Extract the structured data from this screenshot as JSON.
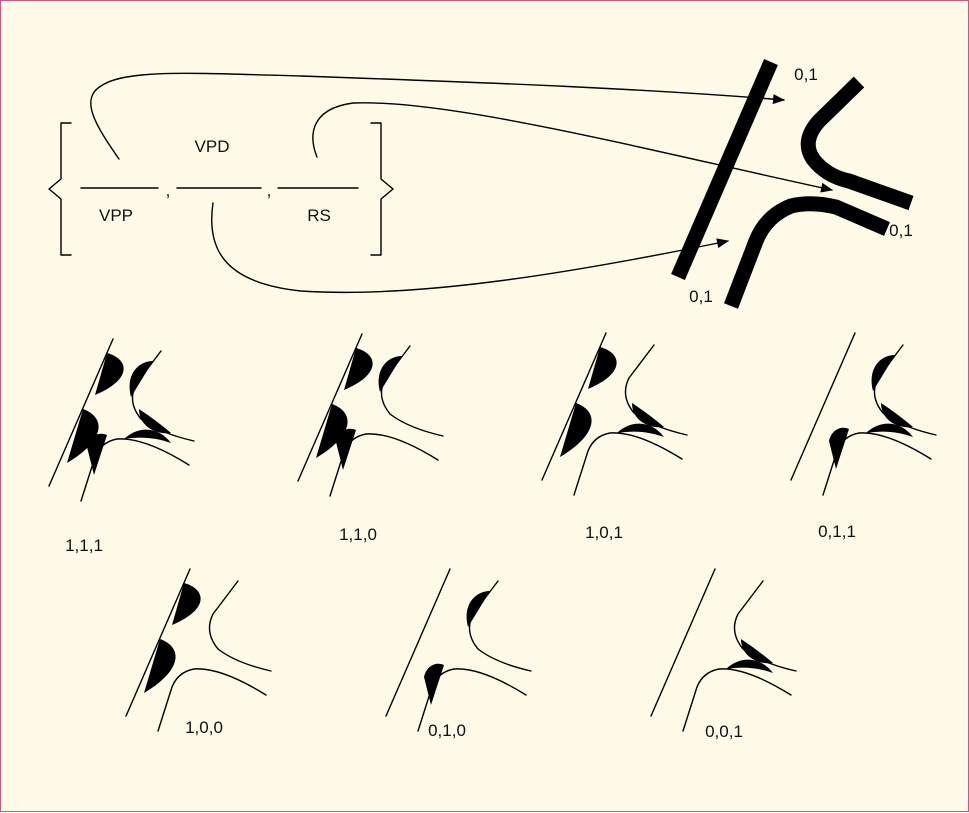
{
  "formula": {
    "numerator": "VPD",
    "denominator_left": "VPP",
    "denominator_right": "RS",
    "separator": ","
  },
  "junction_labels": {
    "vessel": "0,1",
    "branch_upper": "0,1",
    "branch_lower": "0,1"
  },
  "variants": [
    {
      "code": "1,1,1",
      "vessel_wall": true,
      "upper_branch": true,
      "lower_branch": true
    },
    {
      "code": "1,1,0",
      "vessel_wall": true,
      "upper_branch": true,
      "lower_branch": false
    },
    {
      "code": "1,0,1",
      "vessel_wall": true,
      "upper_branch": false,
      "lower_branch": true
    },
    {
      "code": "0,1,1",
      "vessel_wall": false,
      "upper_branch": true,
      "lower_branch": true
    },
    {
      "code": "1,0,0",
      "vessel_wall": true,
      "upper_branch": false,
      "lower_branch": false
    },
    {
      "code": "0,1,0",
      "vessel_wall": false,
      "upper_branch": true,
      "lower_branch": false
    },
    {
      "code": "0,0,1",
      "vessel_wall": false,
      "upper_branch": false,
      "lower_branch": true
    }
  ],
  "colors": {
    "background": "#fff9e8",
    "border": "#c65a80",
    "ink": "#000000"
  }
}
